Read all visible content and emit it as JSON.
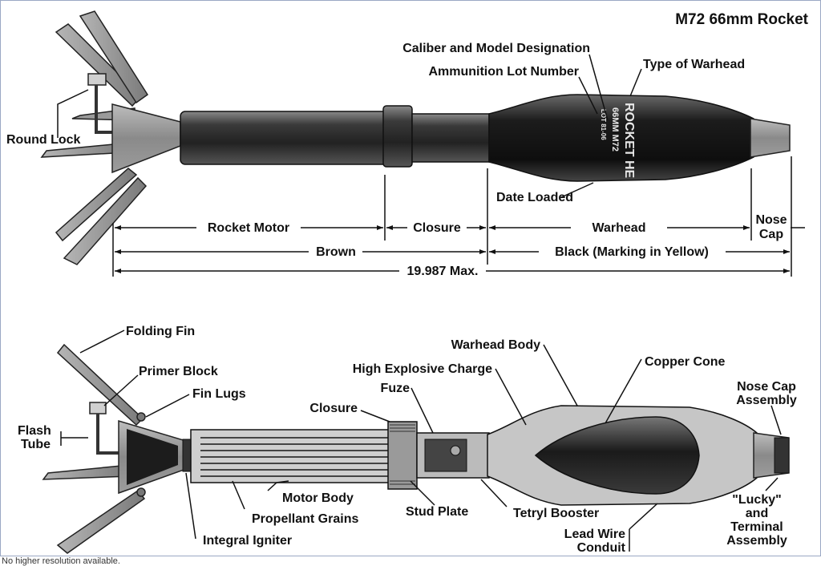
{
  "title": "M72 66mm Rocket",
  "top_labels": {
    "caliber": "Caliber and Model Designation",
    "lot": "Ammunition Lot Number",
    "warhead_type": "Type of Warhead",
    "round_lock": "Round Lock",
    "date_loaded": "Date Loaded"
  },
  "body_marking": {
    "line1": "ROCKET HE",
    "line2": "66MM  M72",
    "line3": "LOT 81-06"
  },
  "dimensions": {
    "rocket_motor": "Rocket Motor",
    "closure": "Closure",
    "warhead": "Warhead",
    "nose": "Nose",
    "cap": "Cap",
    "brown": "Brown",
    "black": "Black (Marking in Yellow)",
    "max": "19.987 Max."
  },
  "bottom_labels": {
    "folding_fin": "Folding Fin",
    "primer_block": "Primer Block",
    "fin_lugs": "Fin Lugs",
    "flash": "Flash",
    "tube": "Tube",
    "closure": "Closure",
    "fuze": "Fuze",
    "he_charge": "High Explosive Charge",
    "warhead_body": "Warhead Body",
    "copper_cone": "Copper Cone",
    "nose_cap_1": "Nose Cap",
    "nose_cap_2": "Assembly",
    "motor_body": "Motor Body",
    "propellant": "Propellant Grains",
    "integral_igniter": "Integral Igniter",
    "stud_plate": "Stud Plate",
    "tetryl": "Tetryl Booster",
    "lead_wire_1": "Lead Wire",
    "lead_wire_2": "Conduit",
    "lucky_1": "\"Lucky\"",
    "lucky_2": "and",
    "lucky_3": "Terminal",
    "lucky_4": "Assembly"
  },
  "caption": "No higher resolution available."
}
